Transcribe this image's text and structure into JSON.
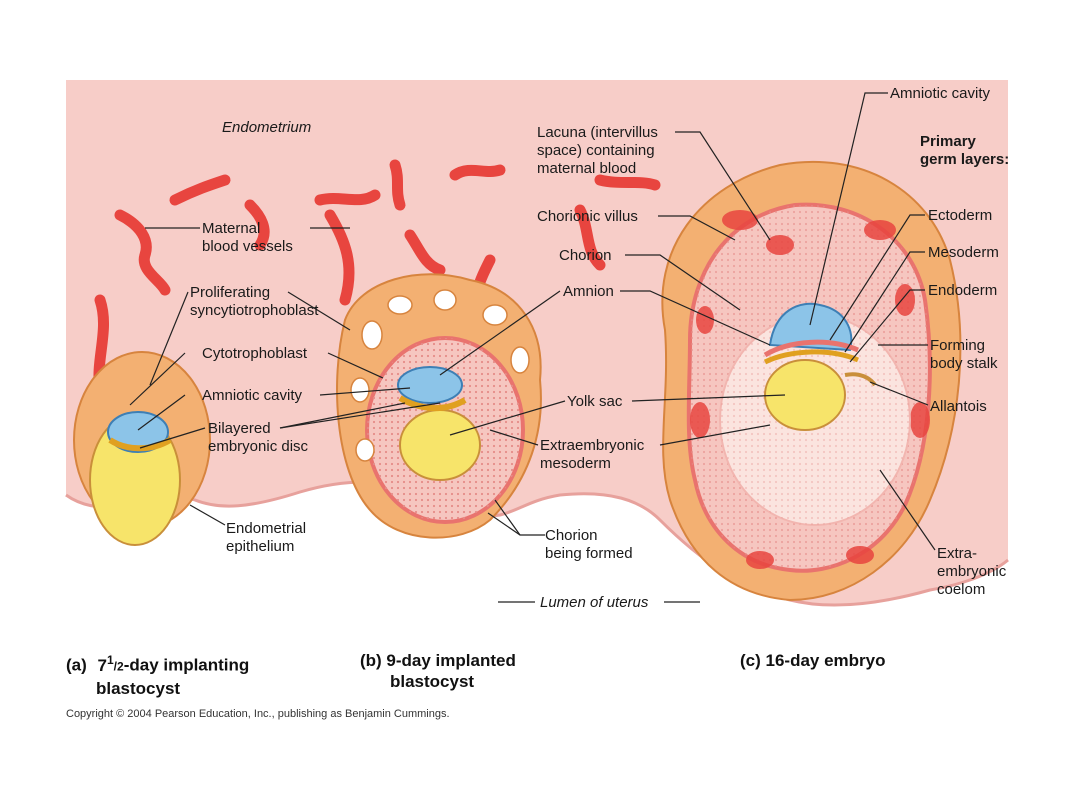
{
  "regions": {
    "endometrium": "Endometrium",
    "lumen": "Lumen of uterus"
  },
  "labels": {
    "maternal_blood_vessels": [
      "Maternal",
      "blood vessels"
    ],
    "proliferating_syncytio": [
      "Proliferating",
      "syncytiotrophoblast"
    ],
    "cytotrophoblast": "Cytotrophoblast",
    "amniotic_cavity_a": "Amniotic cavity",
    "bilayered_disc": [
      "Bilayered",
      "embryonic disc"
    ],
    "endometrial_epithelium": [
      "Endometrial",
      "epithelium"
    ],
    "lacuna": [
      "Lacuna (intervillus",
      "space) containing",
      "maternal blood"
    ],
    "chorionic_villus": "Chorionic villus",
    "chorion": "Chorion",
    "amnion": "Amnion",
    "yolk_sac": "Yolk sac",
    "extraembryonic_mesoderm": [
      "Extraembryonic",
      "mesoderm"
    ],
    "chorion_forming": [
      "Chorion",
      "being formed"
    ],
    "amniotic_cavity_c": "Amniotic cavity",
    "primary_germ_layers": [
      "Primary",
      "germ layers:"
    ],
    "ectoderm": "Ectoderm",
    "mesoderm": "Mesoderm",
    "endoderm": "Endoderm",
    "forming_body_stalk": [
      "Forming",
      "body stalk"
    ],
    "allantois": "Allantois",
    "extra_embryonic_coelom": [
      "Extra-",
      "embryonic",
      "coelom"
    ]
  },
  "captions": {
    "a_letter": "(a)",
    "a_line1_pre": "7",
    "a_frac_num": "1",
    "a_frac_den": "/2",
    "a_line1_post": "-day implanting",
    "a_line2": "blastocyst",
    "b_line1": "(b)  9-day implanted",
    "b_line2": "blastocyst",
    "c_line1": "(c)  16-day embryo"
  },
  "copyright": "Copyright © 2004 Pearson Education, Inc., publishing as Benjamin Cummings.",
  "colors": {
    "endometrium": "#f7c9c4",
    "vessel": "#e8453f",
    "syncytio": "#f3b072",
    "cyto": "#e98a4f",
    "amnion_blue": "#8cc4e8",
    "yolk": "#f7e46a",
    "chorion_pink": "#e9736e"
  }
}
